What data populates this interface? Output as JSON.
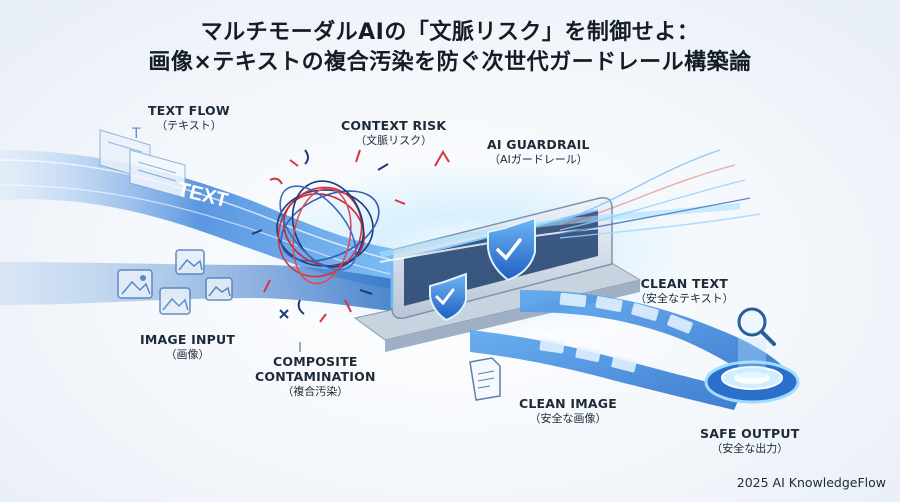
{
  "title": {
    "line1": "マルチモーダルAIの「文脈リスク」を制御せよ：",
    "line2": "画像×テキストの複合汚染を防ぐ次世代ガードレール構築論"
  },
  "labels": {
    "text_flow": {
      "en": "TEXT FLOW",
      "jp": "（テキスト）"
    },
    "context_risk": {
      "en": "CONTEXT RISK",
      "jp": "（文脈リスク）"
    },
    "ai_guardrail": {
      "en": "AI GUARDRAIL",
      "jp": "（AIガードレール）"
    },
    "image_input": {
      "en": "IMAGE INPUT",
      "jp": "（画像）"
    },
    "composite": {
      "en1": "COMPOSITE",
      "en2": "CONTAMINATION",
      "jp": "（複合汚染）"
    },
    "clean_text": {
      "en": "CLEAN TEXT",
      "jp": "（安全なテキスト）"
    },
    "clean_image": {
      "en": "CLEAN IMAGE",
      "jp": "（安全な画像）"
    },
    "safe_output": {
      "en": "SAFE OUTPUT",
      "jp": "（安全な出力）"
    }
  },
  "stream_text": "TEXT",
  "copyright": "2025 AI KnowledgeFlow",
  "colors": {
    "stream_blue": "#4a8fe0",
    "glow": "#8fd0ff",
    "risk_red": "#d8343f",
    "risk_navy": "#1e3a78",
    "panel": "#dfe8f3"
  }
}
